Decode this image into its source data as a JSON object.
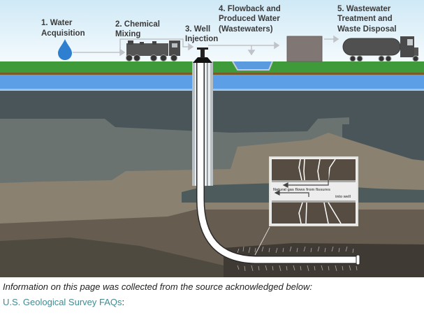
{
  "diagram": {
    "title": "Hydraulic fracturing water cycle",
    "steps": [
      {
        "line1": "1. Water",
        "line2": "Acquisition",
        "line3": ""
      },
      {
        "line1": "2. Chemical",
        "line2": "Mixing",
        "line3": ""
      },
      {
        "line1": "3. Well",
        "line2": "Injection",
        "line3": ""
      },
      {
        "line1": "4. Flowback and",
        "line2": "Produced Water",
        "line3": "(Wastewaters)"
      },
      {
        "line1": "5. Wastewater",
        "line2": "Treatment and",
        "line3": "Waste Disposal"
      }
    ],
    "inset": {
      "line1": "Natural gas flows from fissures",
      "line2": "into well"
    },
    "icons": [
      "water-drop-icon",
      "mixing-truck-icon",
      "wellhead-icon",
      "pit-icon",
      "storage-tank-icon",
      "tanker-truck-icon"
    ],
    "colors": {
      "sky": "#dff0f8",
      "grass": "#3f9a3a",
      "aquifer": "#5d9fe6",
      "rock_dark": "#4a5559",
      "rock_tan": "#8a8170",
      "rock_brown": "#5e5448",
      "pipe": "#ffffff"
    }
  },
  "footer": {
    "caption": "Information on this page was collected from the source acknowledged below:",
    "source_link": "U.S. Geological Survey FAQs",
    "source_suffix": ":"
  }
}
